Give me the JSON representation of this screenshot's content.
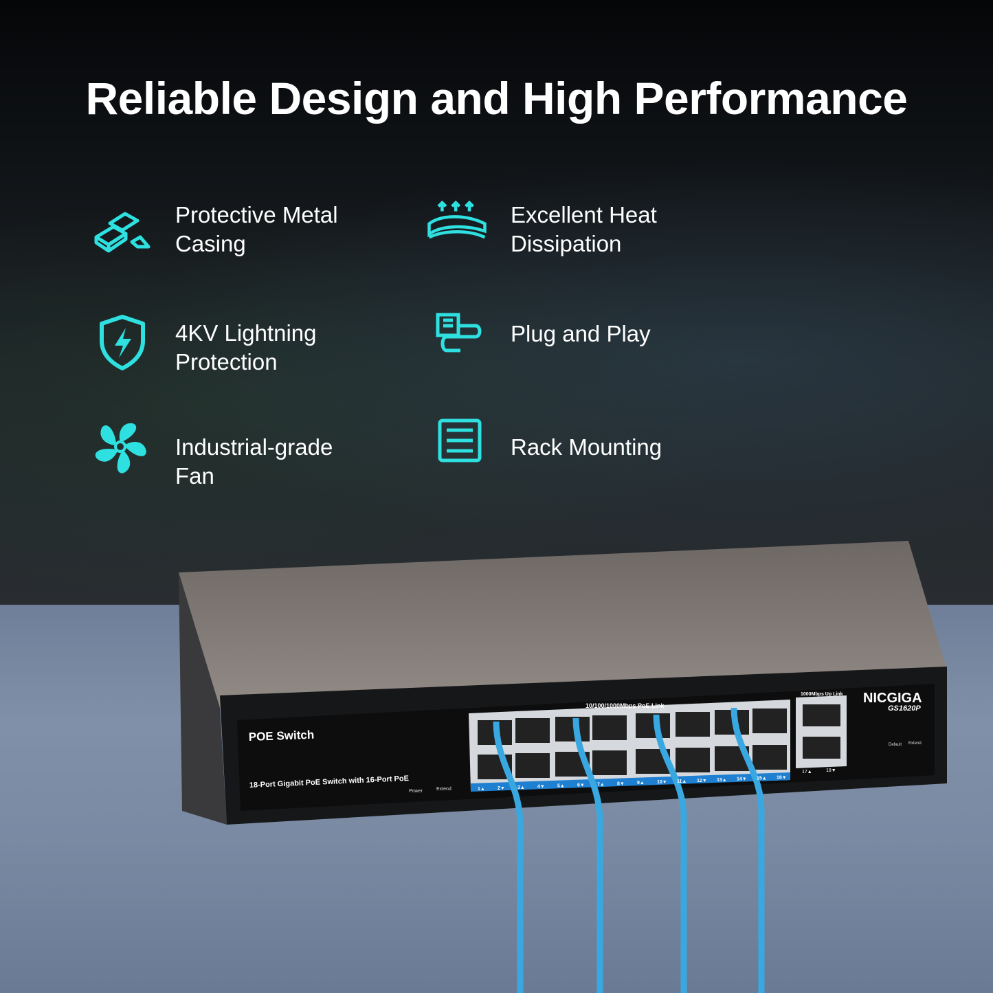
{
  "title": "Reliable Design and High Performance",
  "accent_color": "#2fe0e0",
  "features": [
    {
      "icon": "metal-bars-icon",
      "line1": "Protective Metal",
      "line2": "Casing"
    },
    {
      "icon": "heat-dissipation-icon",
      "line1": "Excellent Heat",
      "line2": "Dissipation"
    },
    {
      "icon": "lightning-shield-icon",
      "line1": "4KV Lightning",
      "line2": "Protection"
    },
    {
      "icon": "plug-icon",
      "line1": "Plug and Play",
      "line2": ""
    },
    {
      "icon": "fan-icon",
      "line1": "Industrial-grade",
      "line2": "Fan"
    },
    {
      "icon": "rack-icon",
      "line1": "Rack Mounting",
      "line2": ""
    }
  ],
  "product": {
    "label": "POE Switch",
    "description": "18-Port Gigabit PoE Switch with 16-Port PoE",
    "brand": "NICGIGA",
    "model": "GS1620P",
    "poe_link_label": "10/100/1000Mbps PoE Link",
    "uplink_label": "1000Mbps Up Link",
    "power_led": "Power",
    "extend_led": "Extend",
    "switch_default": "Default",
    "switch_extend": "Extend",
    "port_numbers": [
      "1▲",
      "2▼",
      "3▲",
      "4▼",
      "5▲",
      "6▼",
      "7▲",
      "8▼",
      "9▲",
      "10▼",
      "11▲",
      "12▼",
      "13▲",
      "14▼",
      "15▲",
      "16▼"
    ],
    "uplink_ports": [
      "17▲",
      "18▼"
    ]
  }
}
